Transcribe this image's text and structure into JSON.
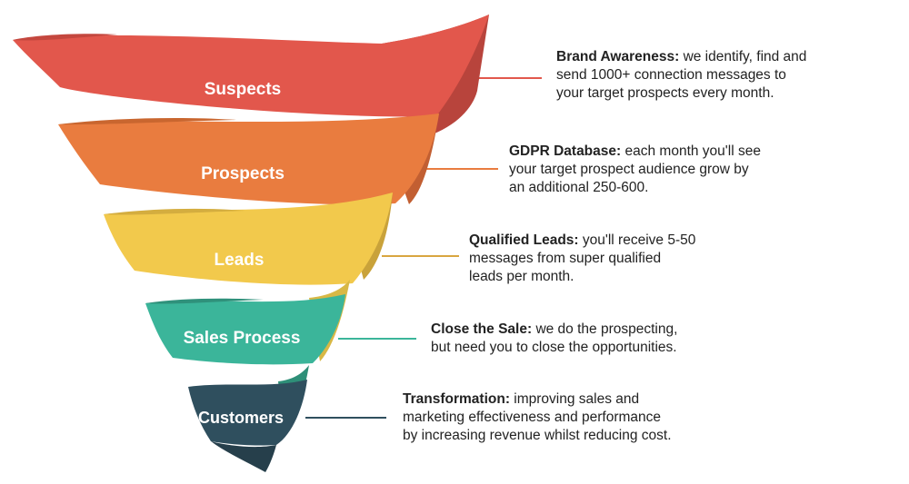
{
  "stages": [
    {
      "label": "Suspects",
      "color": "#e2574c",
      "heading": "Brand Awareness:",
      "text_lines": [
        "we identify, find and",
        "send 1000+ connection messages to",
        "your target prospects every month."
      ]
    },
    {
      "label": "Prospects",
      "color": "#e97c3f",
      "heading": "GDPR Database:",
      "text_lines": [
        "each month you'll see",
        "your target prospect audience grow by",
        "an additional 250-600."
      ]
    },
    {
      "label": "Leads",
      "color": "#f2c94c",
      "heading": "Qualified Leads:",
      "text_lines": [
        "you'll receive 5-50",
        "messages from super qualified",
        "leads per month."
      ]
    },
    {
      "label": "Sales Process",
      "color": "#3bb59a",
      "heading": "Close the Sale:",
      "text_lines": [
        "we do the prospecting,",
        "but need you to close the opportunities."
      ]
    },
    {
      "label": "Customers",
      "color": "#2f4f5e",
      "heading": "Transformation:",
      "text_lines": [
        "improving sales and",
        "marketing effectiveness and performance",
        "by increasing revenue whilst reducing cost."
      ]
    }
  ]
}
